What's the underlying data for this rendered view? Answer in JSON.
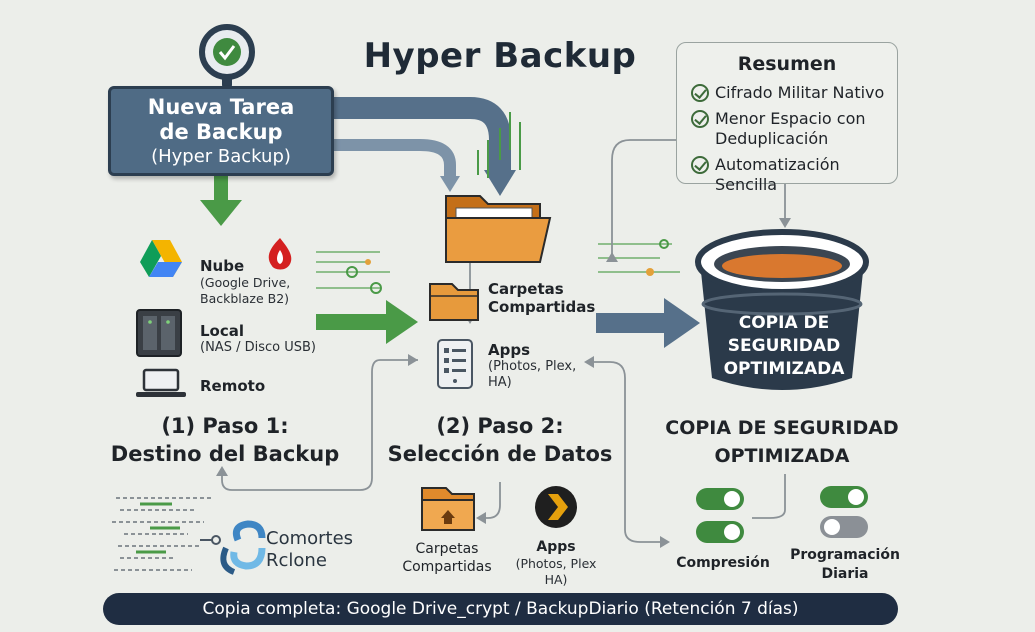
{
  "title": "Hyper Backup",
  "new_task": {
    "line1": "Nueva Tarea",
    "line2": "de Backup",
    "line3": "(Hyper Backup)"
  },
  "summary": {
    "title": "Resumen",
    "items": [
      "Cifrado Militar Nativo",
      "Menor Espacio con Deduplicación",
      "Automatización Sencilla"
    ]
  },
  "destinations": {
    "cloud": {
      "label": "Nube",
      "detail": "(Google Drive, Backblaze B2)"
    },
    "local": {
      "label": "Local",
      "detail": "(NAS / Disco USB)"
    },
    "remote": {
      "label": "Remoto"
    }
  },
  "step1": {
    "line1": "(1) Paso 1:",
    "line2": "Destino del Backup"
  },
  "data_selection": {
    "shared_folders": "Carpetas Compartidas",
    "apps": {
      "label": "Apps",
      "detail": "(Photos, Plex, HA)"
    }
  },
  "step2": {
    "line1": "(2) Paso 2:",
    "line2": "Selección de Datos"
  },
  "bottom_center": {
    "shared_folders": "Carpetas Compartidas",
    "apps": {
      "label": "Apps",
      "detail": "(Photos, Plex HA)"
    }
  },
  "bucket": {
    "label": "COPIA DE SEGURIDAD OPTIMIZADA",
    "caption_line1": "COPIA DE SEGURIDAD",
    "caption_line2": "OPTIMIZADA"
  },
  "options": {
    "compression": {
      "label": "Compresión",
      "enabled": true
    },
    "schedule": {
      "label": "Programación Diaria",
      "enabled": true
    }
  },
  "rclone": {
    "line1": "Comortes",
    "line2": "Rclone"
  },
  "footer": "Copia completa: Google Drive_crypt / BackupDiario (Retención 7 días)",
  "colors": {
    "background": "#eceeea",
    "task_box": "#4f6b85",
    "arrow_blue": "#56708a",
    "arrow_green": "#4a9a47",
    "folder_orange": "#e79a3c",
    "bucket_dark": "#2b3a4a",
    "bucket_fill": "#d9782f",
    "footer": "#1f2d42"
  }
}
